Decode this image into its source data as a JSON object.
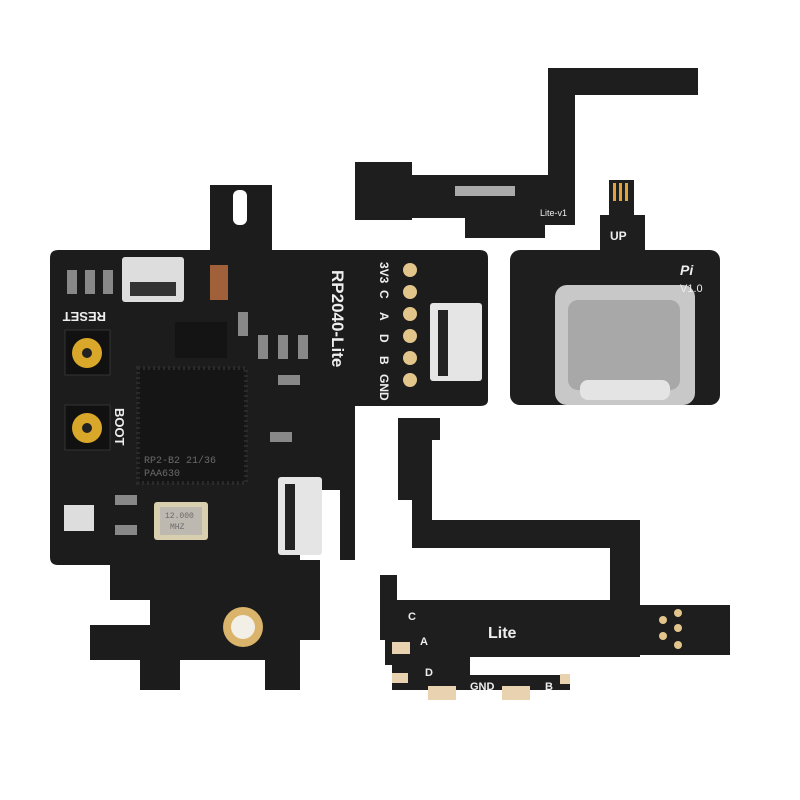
{
  "main_board": {
    "title": "RP2040-Lite",
    "reset_label": "RESET",
    "boot_label": "BOOT",
    "pins": [
      "3V3",
      "C",
      "A",
      "D",
      "B",
      "GND"
    ],
    "chip_line1": "RP2-B2  21/36",
    "chip_line2": "PAA630",
    "crystal_line1": "12.000",
    "crystal_line2": "MHZ"
  },
  "top_flex": {
    "label": "Lite-v1"
  },
  "usb_board": {
    "up_label": "UP",
    "logo": "Pi",
    "version": "V1.0"
  },
  "bottom_flex": {
    "label": "Lite",
    "pads": {
      "c": "C",
      "a": "A",
      "d": "D",
      "gnd": "GND",
      "b": "B"
    }
  },
  "colors": {
    "pcb": "#1c1c1c",
    "gold": "#d9b46a",
    "pad": "#e8d2b0"
  }
}
